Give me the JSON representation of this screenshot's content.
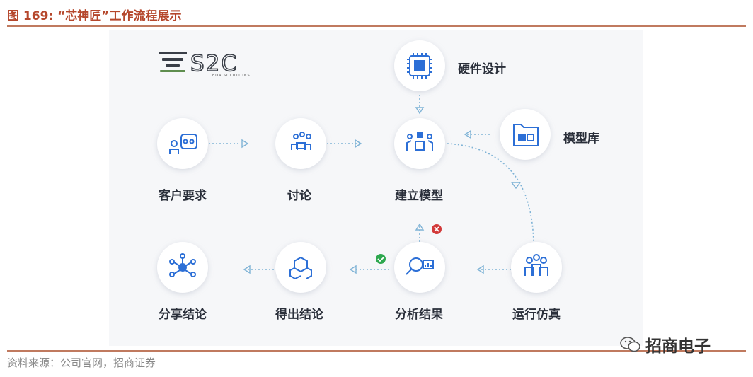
{
  "figure": {
    "title": "图 169: “芯神匠”工作流程展示",
    "source": "资料来源：公司官网，招商证券",
    "watermark": "招商电子"
  },
  "logo": {
    "text": "S2C",
    "subtitle": "EDA SOLUTIONS"
  },
  "nodes": {
    "hardware_design": "硬件设计",
    "model_library": "模型库",
    "customer_requirements": "客户要求",
    "discussion": "讨论",
    "build_model": "建立模型",
    "run_simulation": "运行仿真",
    "analyze_results": "分析结果",
    "draw_conclusion": "得出结论",
    "share_conclusion": "分享结论"
  },
  "colors": {
    "accent": "#2c6fd6",
    "dash": "#7fb3d6",
    "good_badge": "#2ea84f",
    "bad_badge": "#d23a3a",
    "title": "#b5472c"
  }
}
